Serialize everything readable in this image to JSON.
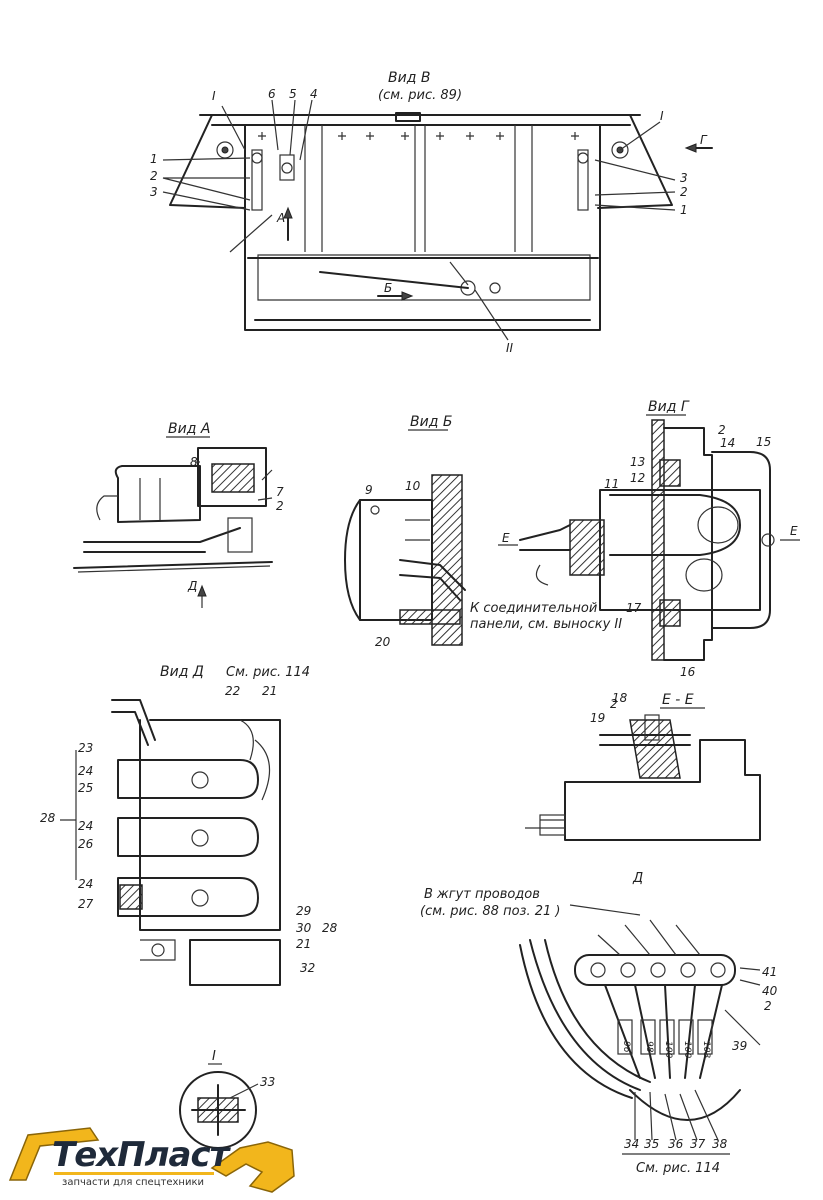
{
  "views": {
    "top_title": "Вид В",
    "top_ref": "(см. рис. 89)",
    "view_a": "Вид А",
    "view_b": "Вид Б",
    "view_g": "Вид Г",
    "view_d": "Вид Д",
    "view_d_ref": "См. рис. 114",
    "section": "Е - Е",
    "node_i": "I",
    "node_d": "Д"
  },
  "arrows": {
    "g": "Г",
    "b": "Б",
    "a": "А",
    "d": "Д",
    "e_left": "Е",
    "e_right": "Е",
    "ii": "II"
  },
  "notes": {
    "connect_line1": "К соединительной",
    "connect_line2": "панели, см. выноску II",
    "harness_line1": "В жгут проводов",
    "harness_line2": "(см. рис. 88 поз. 21 )",
    "bottom_ref": "См. рис. 114"
  },
  "callouts": {
    "top": [
      "I",
      "6",
      "5",
      "4",
      "1",
      "2",
      "3",
      "I",
      "3",
      "2",
      "1",
      "II"
    ],
    "view_a": [
      "8",
      "7",
      "2"
    ],
    "view_b": [
      "9",
      "10",
      "20"
    ],
    "view_g": [
      "2",
      "14",
      "15",
      "13",
      "12",
      "11",
      "17",
      "16"
    ],
    "section": [
      "2",
      "18",
      "19"
    ],
    "view_d": [
      "22",
      "21",
      "23",
      "24",
      "25",
      "28",
      "24",
      "26",
      "24",
      "27",
      "29",
      "30",
      "21",
      "28",
      "32"
    ],
    "node_i": [
      "33"
    ],
    "node_d": [
      "41",
      "40",
      "2",
      "39",
      "34",
      "35",
      "36",
      "37",
      "38"
    ]
  },
  "wire_tags": [
    "96",
    "98",
    "100",
    "100",
    "103"
  ],
  "logo": {
    "name": "ТехПласт",
    "tagline": "запчасти для спецтехники",
    "accent": "#f2b61c"
  }
}
